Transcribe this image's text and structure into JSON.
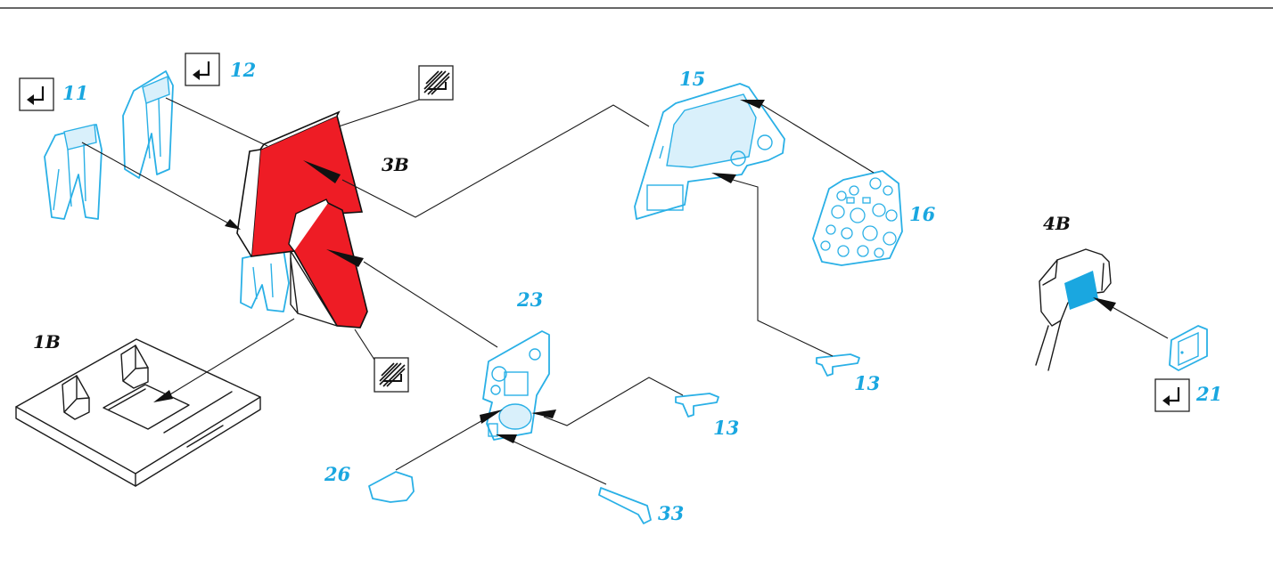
{
  "colors": {
    "photoetch": "#2ab0e6",
    "label_blue": "#1aa7e0",
    "mask_red": "#ee1c25",
    "decal_blue": "#1aa7e0",
    "ink": "#1a1a1a"
  },
  "assembly_labels": {
    "b1": "1B",
    "b3": "3B",
    "b4": "4B"
  },
  "part_numbers": {
    "p11": "11",
    "p12": "12",
    "p15": "15",
    "p16": "16",
    "p13_upper": "13",
    "p13_lower": "13",
    "p23": "23",
    "p26": "26",
    "p33": "33",
    "p21": "21"
  },
  "icons": {
    "fold": "fold-arrow-icon",
    "texture": "texture-swatch-icon"
  }
}
